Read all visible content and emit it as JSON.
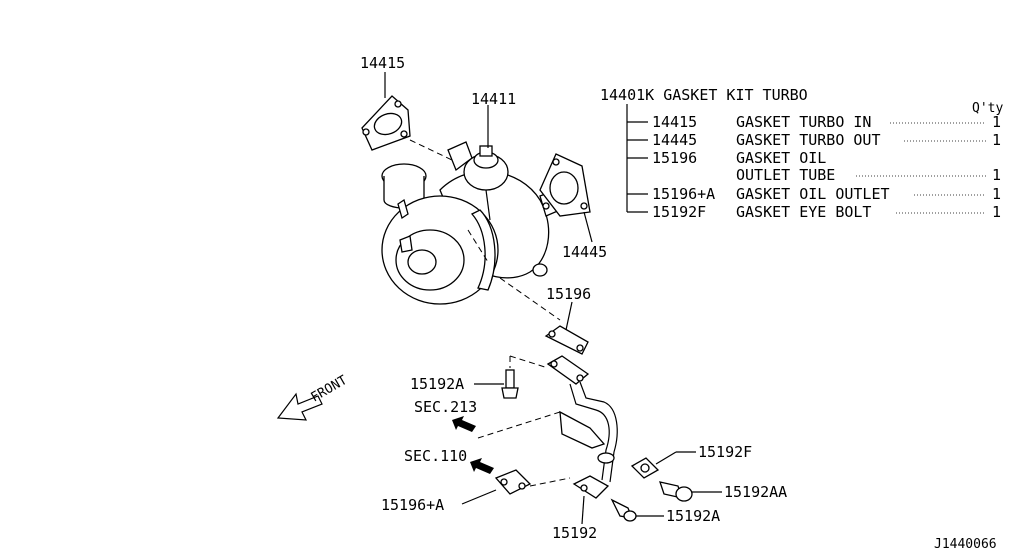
{
  "callouts": {
    "c14415": "14415",
    "c14411": "14411",
    "c14445": "14445",
    "c15196": "15196",
    "c15192A_top": "15192A",
    "sec213": "SEC.213",
    "sec110": "SEC.110",
    "c15196A": "15196+A",
    "c15192": "15192",
    "c15192F": "15192F",
    "c15192AA": "15192AA",
    "c15192A_bottom": "15192A",
    "front": "FRONT",
    "diagram_id": "J1440066"
  },
  "kit": {
    "header": "14401K GASKET KIT TURBO",
    "qty_label": "Q'ty",
    "rows": [
      {
        "part": "14415",
        "desc": "GASKET TURBO IN",
        "qty": "1"
      },
      {
        "part": "14445",
        "desc": "GASKET TURBO OUT",
        "qty": "1"
      },
      {
        "part": "15196",
        "desc": "GASKET OIL",
        "desc2": "OUTLET TUBE",
        "qty": "1"
      },
      {
        "part": "15196+A",
        "desc": "GASKET OIL OUTLET",
        "qty": "1"
      },
      {
        "part": "15192F",
        "desc": "GASKET EYE BOLT",
        "qty": "1"
      }
    ]
  }
}
